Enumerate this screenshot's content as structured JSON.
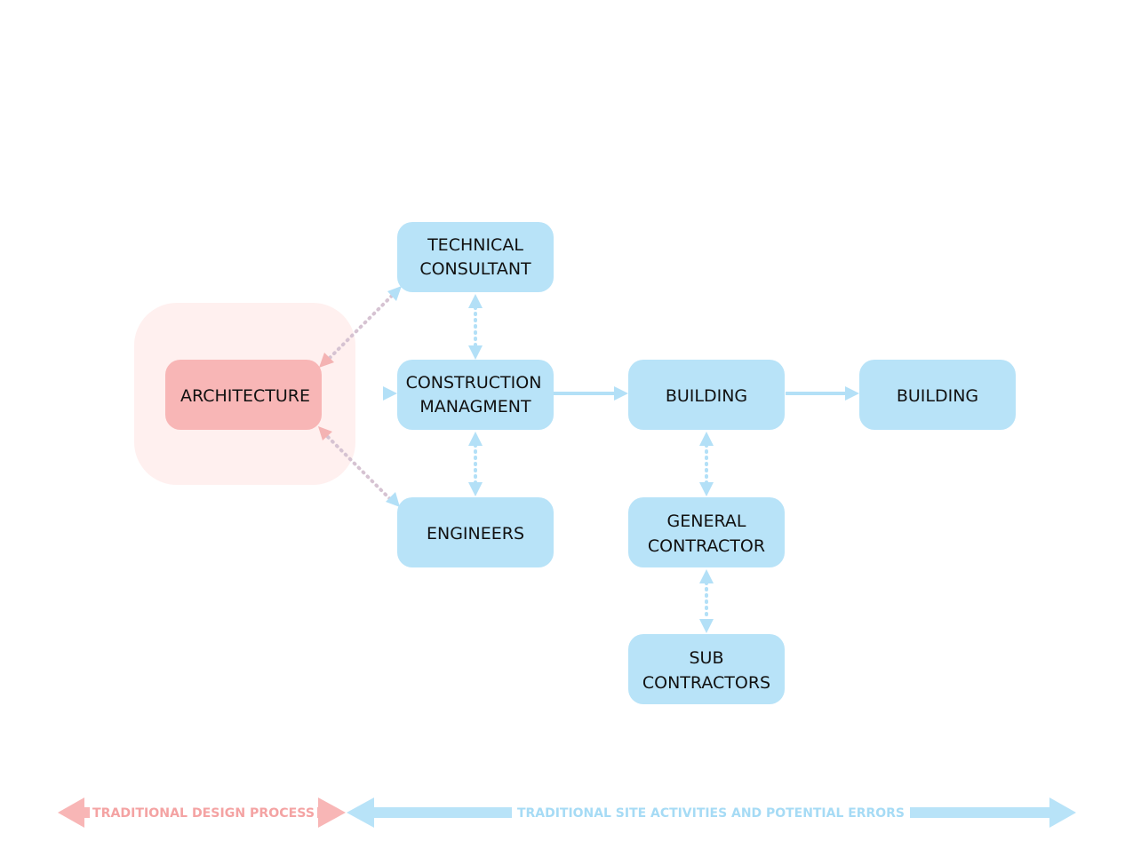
{
  "colors": {
    "architecture": "#f8b6b6",
    "architecture_halo": "#fff0ef",
    "node": "#b8e3f8",
    "connector_blue": "#b3e0f7",
    "connector_mixed": "#d6c3d2",
    "connector_pink": "#f4b3b3",
    "text": "#111111"
  },
  "nodes": {
    "architecture": {
      "lines": [
        "ARCHITECTURE"
      ]
    },
    "technical_consultant": {
      "lines": [
        "TECHNICAL",
        "CONSULTANT"
      ]
    },
    "construction_management": {
      "lines": [
        "CONSTRUCTION",
        "MANAGMENT"
      ]
    },
    "engineers": {
      "lines": [
        "ENGINEERS"
      ]
    },
    "building_1": {
      "lines": [
        "BUILDING"
      ]
    },
    "building_2": {
      "lines": [
        "BUILDING"
      ]
    },
    "general_contractor": {
      "lines": [
        "GENERAL",
        "CONTRACTOR"
      ]
    },
    "sub_contractors": {
      "lines": [
        "SUB",
        "CONTRACTORS"
      ]
    }
  },
  "timeline": {
    "design_label": "TRADITIONAL DESIGN PROCESS",
    "site_label": "TRADITIONAL SITE ACTIVITIES AND POTENTIAL ERRORS"
  }
}
